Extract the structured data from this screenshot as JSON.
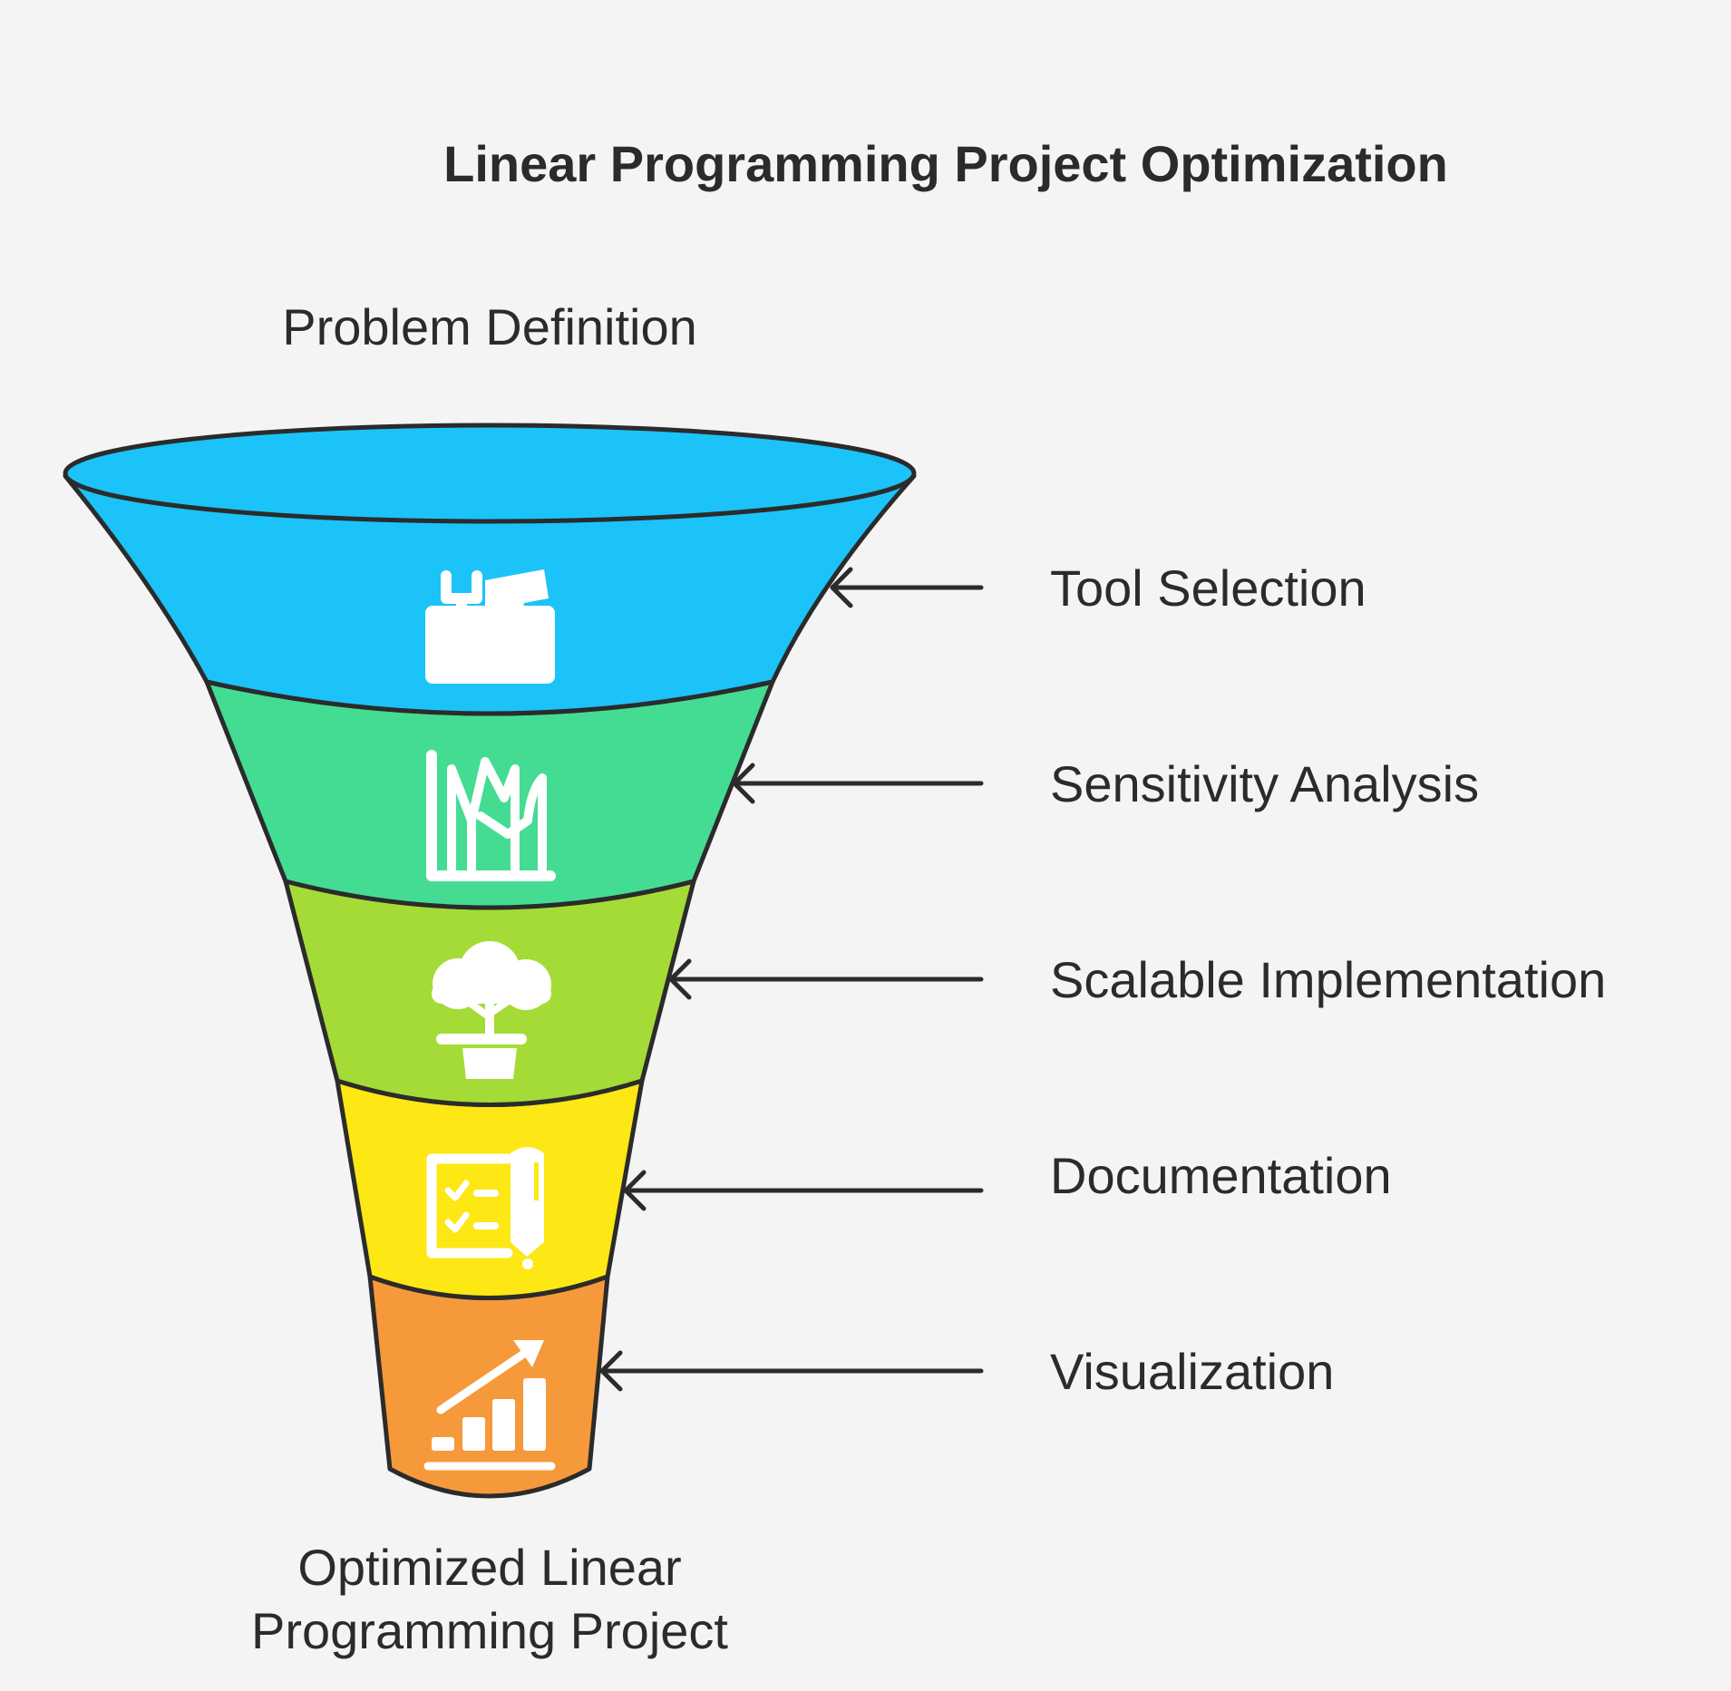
{
  "title": "Linear Programming Project Optimization",
  "input_label": "Problem Definition",
  "output_label": [
    "Optimized Linear",
    "Programming Project"
  ],
  "stages": [
    {
      "label": "Tool Selection",
      "color": "#1bc3f9",
      "icon": "toolbox-icon"
    },
    {
      "label": "Sensitivity Analysis",
      "color": "#44dc93",
      "icon": "line-chart-icon"
    },
    {
      "label": "Scalable Implementation",
      "color": "#a5db36",
      "icon": "potted-tree-icon"
    },
    {
      "label": "Documentation",
      "color": "#fde714",
      "icon": "checklist-pen-icon"
    },
    {
      "label": "Visualization",
      "color": "#f6993b",
      "icon": "growth-chart-icon"
    }
  ]
}
